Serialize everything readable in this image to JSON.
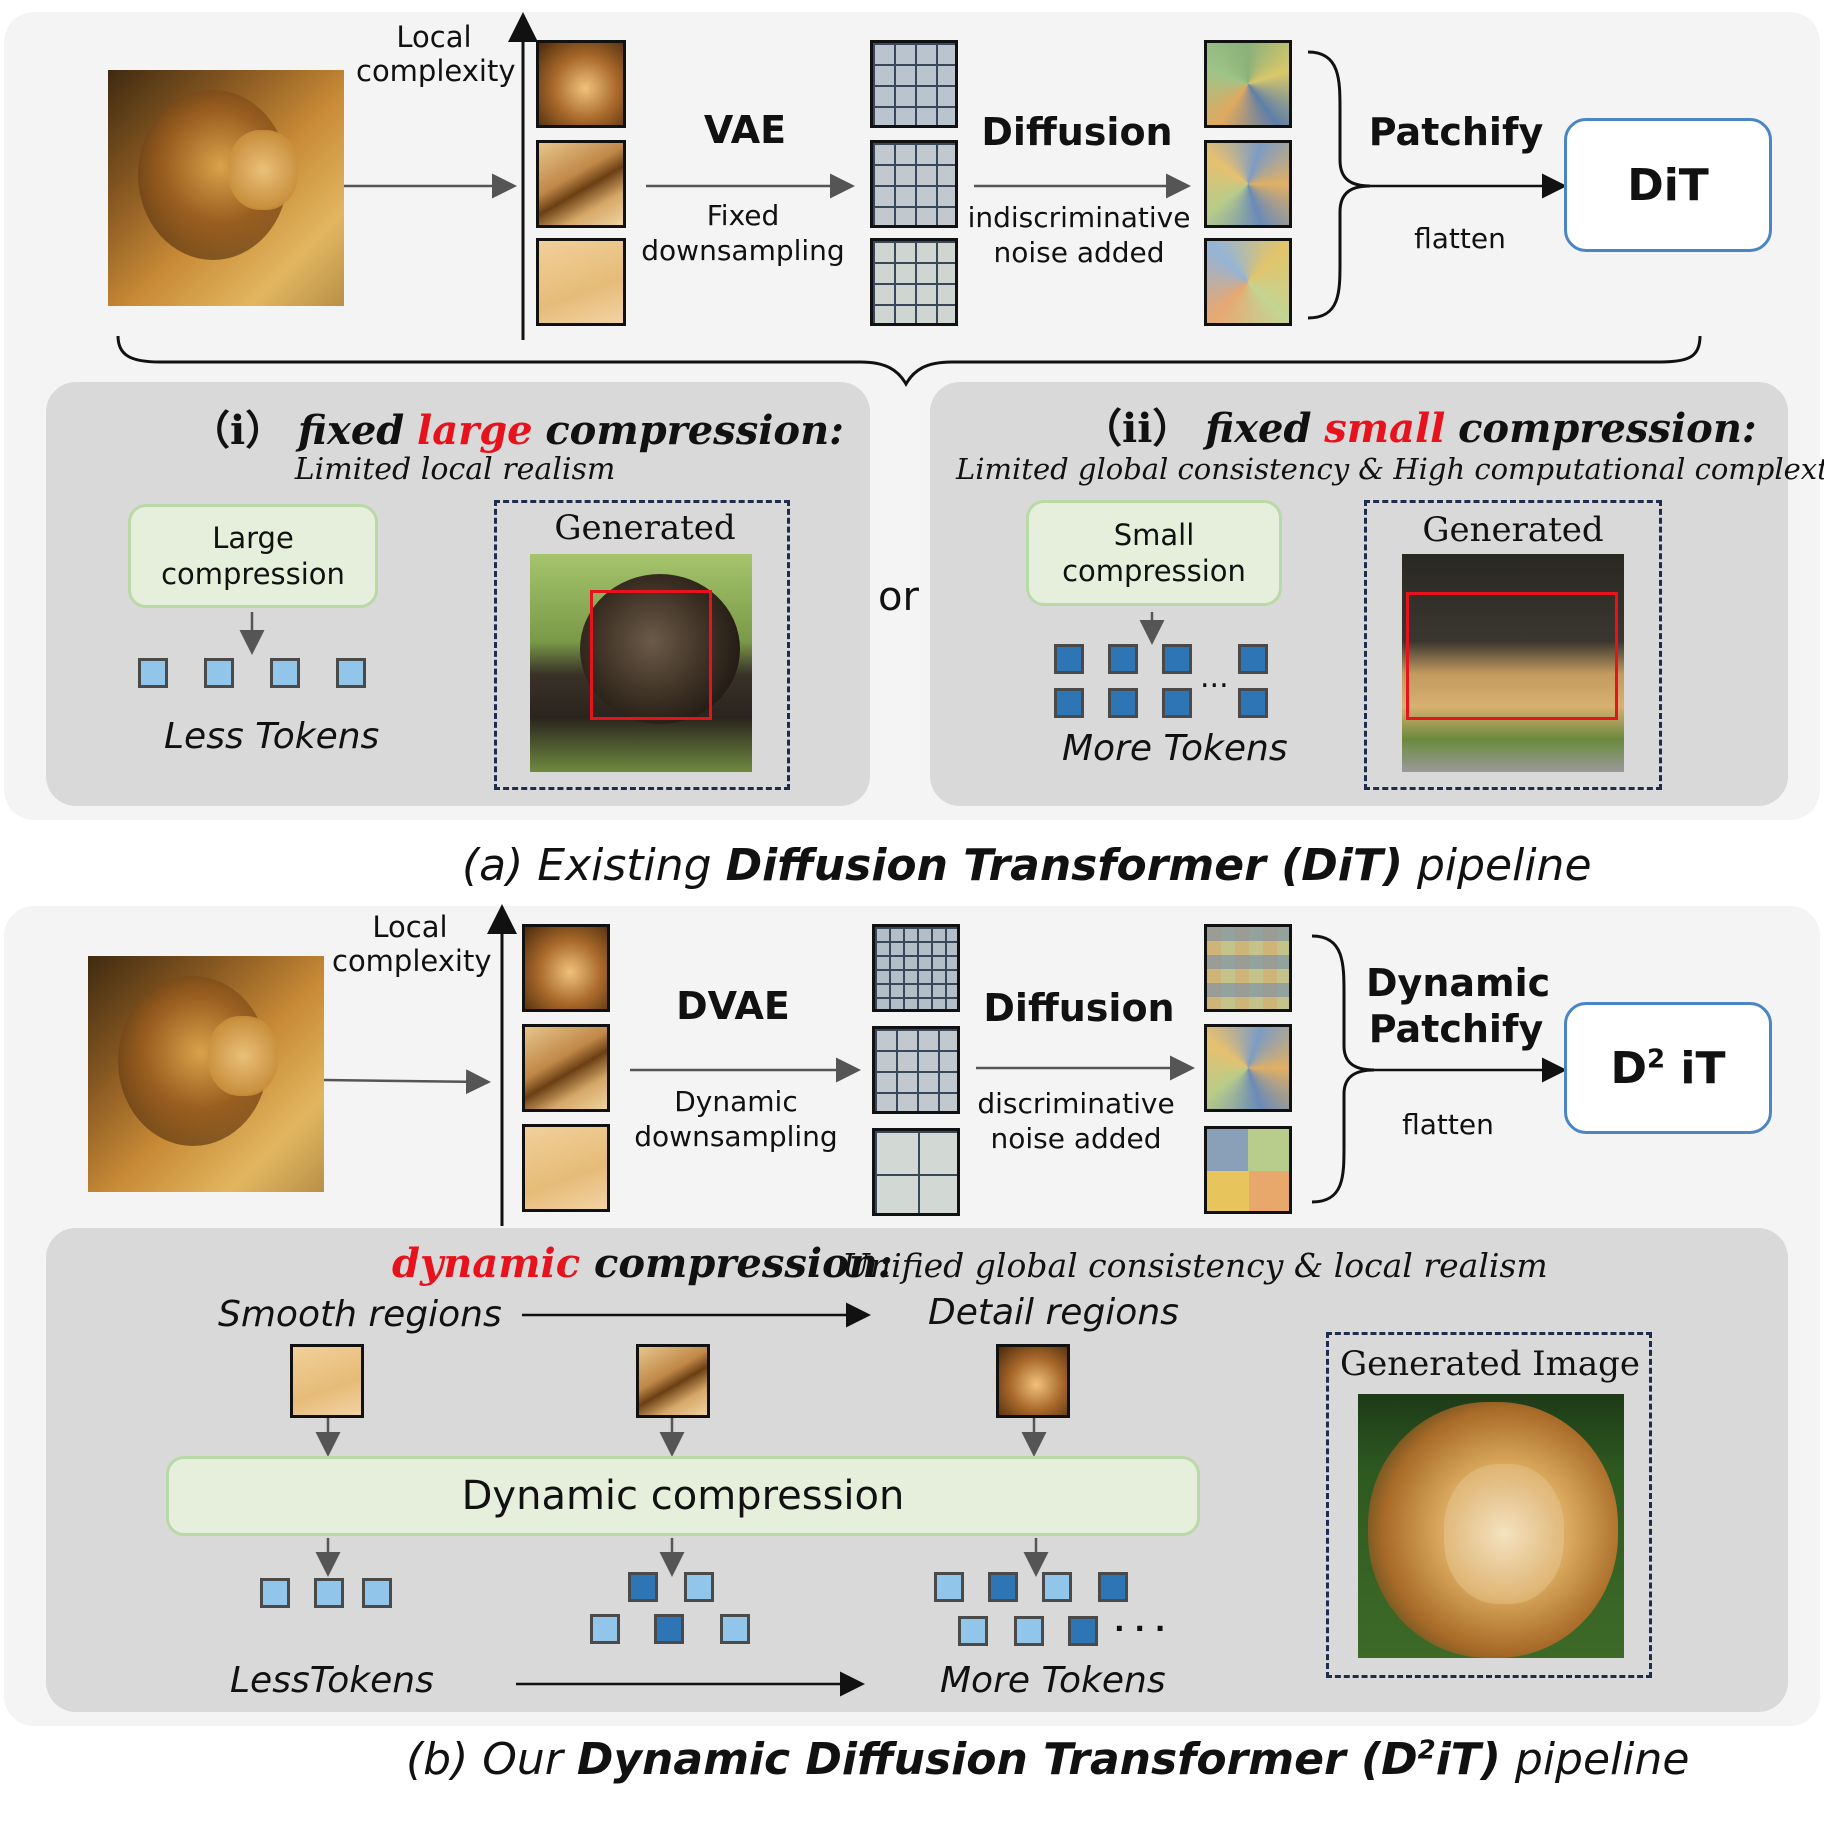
{
  "top": {
    "local_complexity": [
      "Local",
      "complexity"
    ],
    "vae": "VAE",
    "fixed_downsampling": [
      "Fixed",
      "downsampling"
    ],
    "diffusion": "Diffusion",
    "indiscriminative": [
      "indiscriminative",
      "noise added"
    ],
    "patchify": "Patchify",
    "flatten": "flatten",
    "dit": "DiT"
  },
  "option_i": {
    "prefix": "（i）",
    "word_fixed": "fixed",
    "word_size": "large",
    "word_compression": "compression:",
    "subtitle": "Limited local realism",
    "box": [
      "Large",
      "compression"
    ],
    "tokens_label": "Less Tokens",
    "generated": "Generated Image"
  },
  "or_label": "or",
  "option_ii": {
    "prefix": "（ii）",
    "word_fixed": "fixed",
    "word_size": "small",
    "word_compression": "compression:",
    "subtitle": "Limited global consistency & High computational complexty",
    "box": [
      "Small",
      "compression"
    ],
    "dots": "...",
    "tokens_label": "More Tokens",
    "generated": "Generated Image"
  },
  "caption_a": {
    "prefix": "(a) Existing ",
    "bold": "Diffusion Transformer (DiT)",
    "suffix": " pipeline"
  },
  "bottom": {
    "local_complexity": [
      "Local",
      "complexity"
    ],
    "dvae": "DVAE",
    "dynamic_downsampling": [
      "Dynamic",
      "downsampling"
    ],
    "diffusion": "Diffusion",
    "discriminative": [
      "discriminative",
      "noise added"
    ],
    "dynamic_patchify": [
      "Dynamic",
      "Patchify"
    ],
    "flatten": "flatten",
    "d2it_main": "D",
    "d2it_sup": "2",
    "d2it_tail": " iT"
  },
  "dynamic_panel": {
    "word_dynamic": "dynamic",
    "word_compression": " compression:",
    "subtitle": "Unified global consistency & local realism",
    "smooth": "Smooth regions",
    "detail": "Detail regions",
    "dyn_box": "Dynamic compression",
    "less_tokens": "LessTokens",
    "more_tokens": "More Tokens",
    "dots": "· · ·",
    "generated": "Generated Image"
  },
  "caption_b": {
    "prefix": "(b) Our ",
    "bold_a": "Dynamic Diffusion Transformer (D",
    "bold_sup": "2",
    "bold_b": "iT)",
    "suffix": " pipeline"
  },
  "colors": {
    "red_accent": "#e8121c",
    "token_light": "#92c5ea",
    "token_dark": "#2e75b6",
    "green_box": "#e5efdb",
    "dit_border": "#4a86c5"
  }
}
